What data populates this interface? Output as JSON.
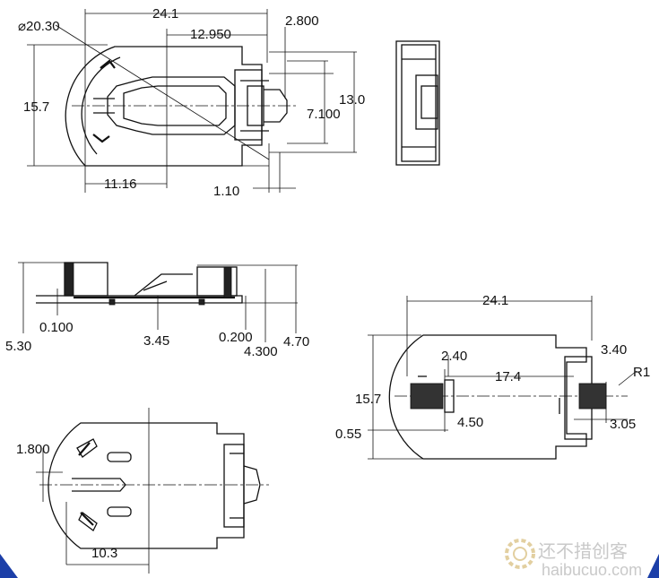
{
  "colors": {
    "line": "#111111",
    "background": "#ffffff",
    "watermark": "#c9c9c9",
    "corner_accent": "#1c3fa8"
  },
  "top_view": {
    "diameter": "⌀20.30",
    "width": "24.1",
    "offset": "12.950",
    "tab": "2.800",
    "height": "15.7",
    "right_height": "13.0",
    "inner": "7.100",
    "left_inner": "11.16",
    "pin": "1.10"
  },
  "side_view": {
    "thickness_a": "0.100",
    "total": "5.30",
    "mid": "3.45",
    "thickness_b": "0.200",
    "height_a": "4.300",
    "height_b": "4.70"
  },
  "footprint": {
    "width": "24.1",
    "pad_gap": "2.40",
    "pad_span": "17.4",
    "tab": "3.40",
    "radius": "R1",
    "height": "15.7",
    "pad_len": "4.50",
    "edge": "0.55",
    "pad_right": "3.05"
  },
  "bottom_view": {
    "offset": "1.800",
    "width": "10.3"
  },
  "watermark": {
    "chinese": "还不措创客",
    "url": "haibucuo.com"
  }
}
